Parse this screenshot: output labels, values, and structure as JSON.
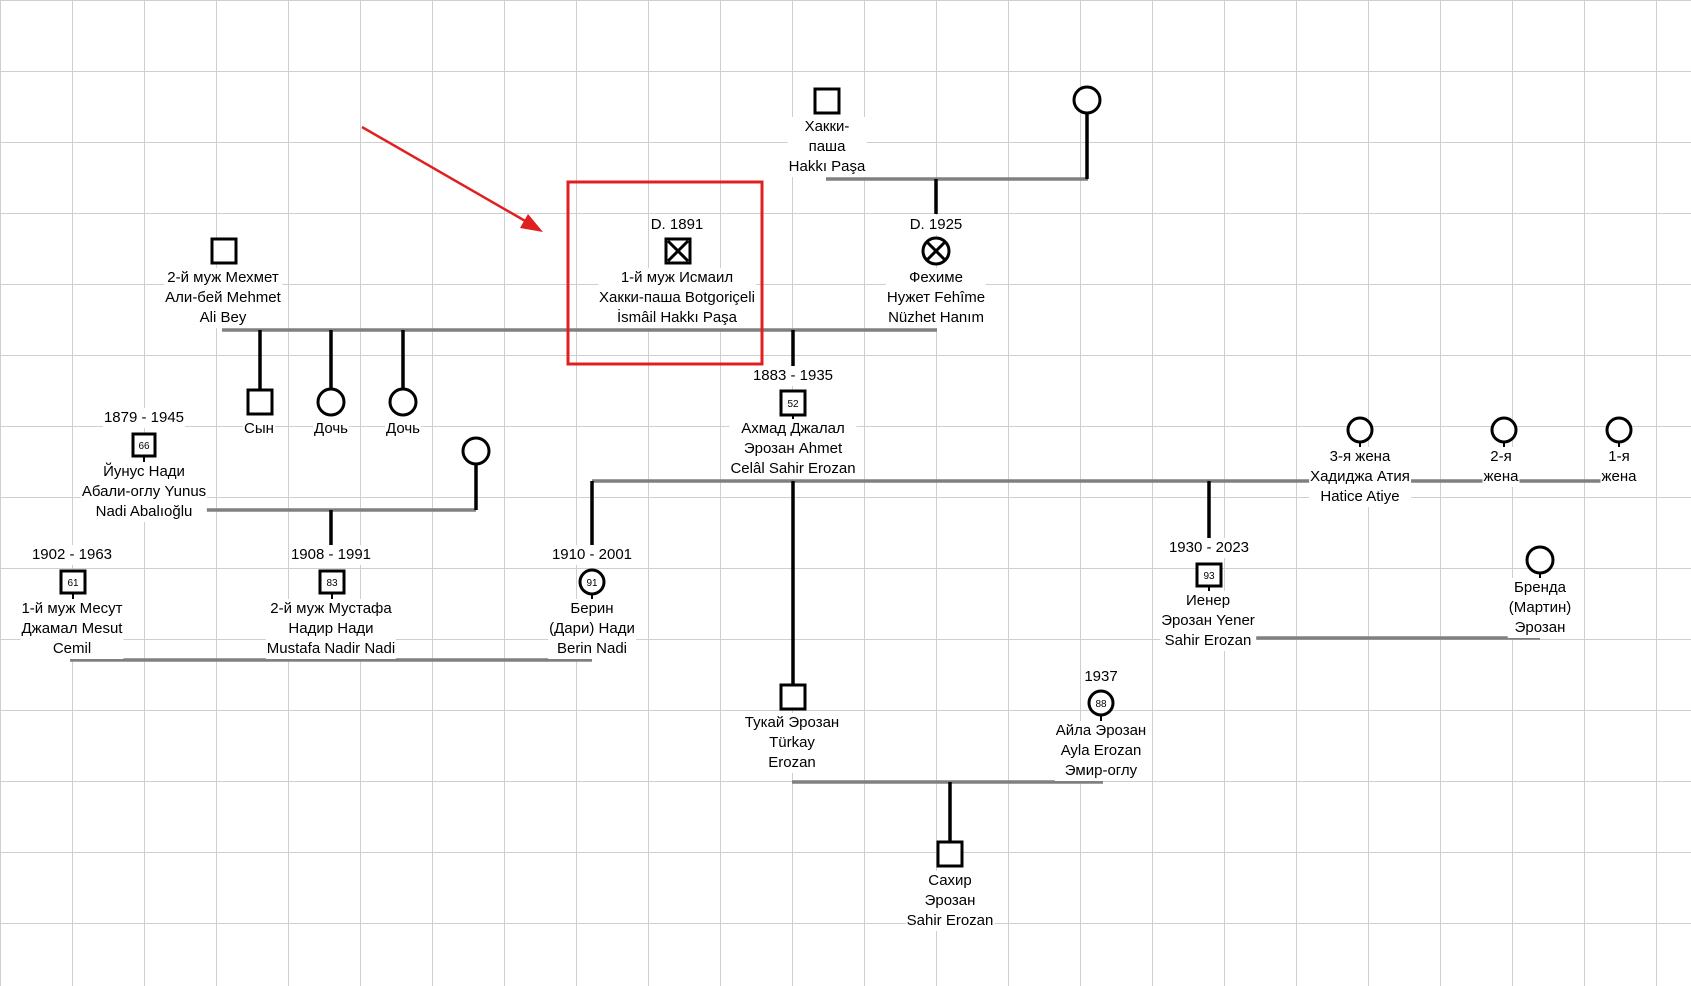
{
  "people": {
    "hakki_pasha_sr": {
      "lines": [
        "Хакки-",
        "паша",
        "Hakkı Paşa"
      ]
    },
    "wife_of_hakki": {
      "lines": []
    },
    "ismail": {
      "dates": "D. 1891",
      "lines": [
        "1-й муж Исмаил",
        "Хакки-паша Botgoriçeli",
        "İsmâil Hakkı Paşa"
      ]
    },
    "fehime": {
      "dates": "D. 1925",
      "lines": [
        "Фехиме",
        "Нужет Fehîme",
        "Nüzhet Hanım"
      ]
    },
    "mehmet": {
      "lines": [
        "2-й муж Мехмет",
        "Али-бей Mehmet",
        "Ali Bey"
      ]
    },
    "son": {
      "lines": [
        "Сын"
      ]
    },
    "daughter1": {
      "lines": [
        "Дочь"
      ]
    },
    "daughter2": {
      "lines": [
        "Дочь"
      ]
    },
    "ahmad": {
      "dates": "1883 - 1935",
      "age": "52",
      "lines": [
        "Ахмад Джалал",
        "Эрозан Ahmet",
        "Celâl Sahir Erozan"
      ]
    },
    "yunus": {
      "dates": "1879 - 1945",
      "age": "66",
      "lines": [
        "Йунус Нади",
        "Абали-оглу  Yunus",
        "Nadi Abalıoğlu"
      ]
    },
    "yunus_wife": {
      "lines": []
    },
    "mesut": {
      "dates": "1902 - 1963",
      "age": "61",
      "lines": [
        "1-й муж Месут",
        "Джамал Mesut",
        "Cemil"
      ]
    },
    "mustafa": {
      "dates": "1908 - 1991",
      "age": "83",
      "lines": [
        "2-й муж Мустафа",
        "Надир Нади",
        "Mustafa Nadir Nadi"
      ]
    },
    "berin": {
      "dates": "1910 - 2001",
      "age": "91",
      "lines": [
        "Берин",
        "(Дари) Нади",
        "Berin Nadi"
      ]
    },
    "wife3": {
      "lines": [
        "3-я жена",
        "Хадиджа Атия",
        "Hatice Atiye"
      ]
    },
    "wife2": {
      "lines": [
        "2-я",
        "жена"
      ]
    },
    "wife1": {
      "lines": [
        "1-я",
        "жена"
      ]
    },
    "yener": {
      "dates": "1930 - 2023",
      "age": "93",
      "lines": [
        "Иенер",
        "Эрозан Yener",
        "Sahir Erozan"
      ]
    },
    "brenda": {
      "lines": [
        "Бренда",
        "(Мартин)",
        "Эрозан"
      ]
    },
    "turkay": {
      "lines": [
        "Тукай Эрозан",
        "Türkay",
        "Erozan"
      ]
    },
    "ayla": {
      "dates": "1937",
      "age": "88",
      "lines": [
        "Айла Эрозан",
        "Ayla Erozan",
        "Эмир-оглу"
      ]
    },
    "sahir": {
      "lines": [
        "Сахир",
        "Эрозан",
        "Sahir Erozan"
      ]
    }
  },
  "colors": {
    "grid": "#cfcfcf",
    "line_main": "#000000",
    "line_union": "#808080",
    "highlight": "#e02020",
    "arrow": "#e02020"
  }
}
